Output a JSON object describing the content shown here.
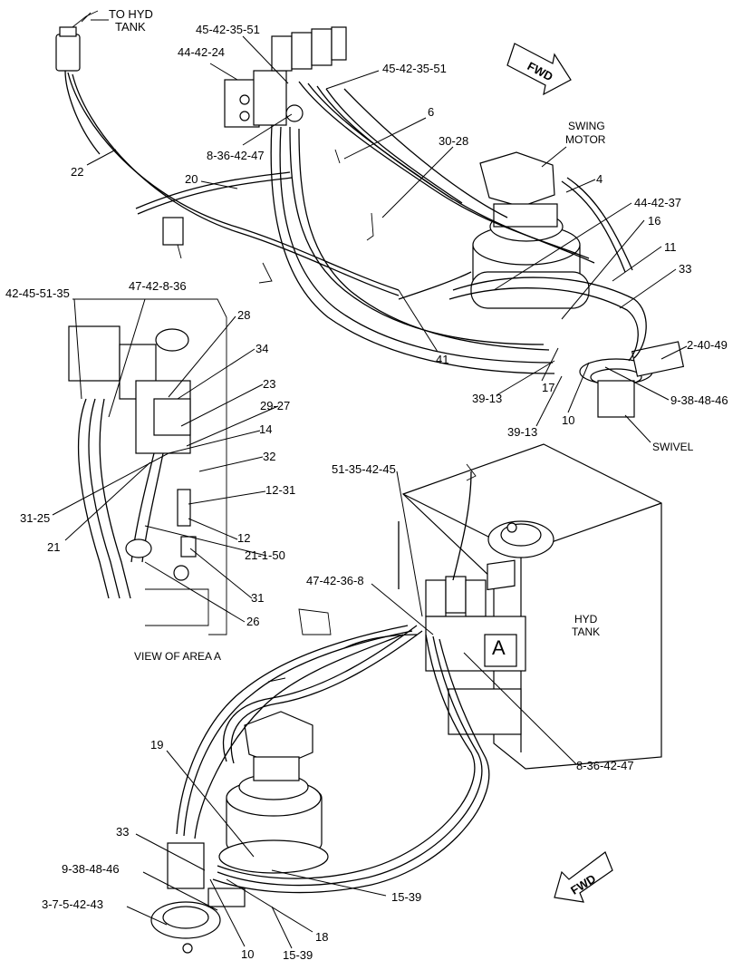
{
  "callouts": {
    "c01": "TO HYD\nTANK",
    "c02": "45-42-35-51",
    "c03": "44-42-24",
    "c04": "45-42-35-51",
    "c05": "6",
    "c06": "8-36-42-47",
    "c07": "30-28",
    "c08": "SWING\nMOTOR",
    "c09": "22",
    "c10": "20",
    "c11": "4",
    "c12": "44-42-37",
    "c13": "16",
    "c14": "11",
    "c15": "33",
    "c16": "42-45-51-35",
    "c17": "47-42-8-36",
    "c18": "2-40-49",
    "c19": "28",
    "c20": "41",
    "c21": "34",
    "c22": "23",
    "c23": "9-38-48-46",
    "c24": "39-13",
    "c25": "17",
    "c26": "29-27",
    "c27": "10",
    "c28": "39-13",
    "c29": "14",
    "c30": "SWIVEL",
    "c31": "32",
    "c32": "51-35-42-45",
    "c33": "12-31",
    "c34": "31-25",
    "c35": "21",
    "c36": "12",
    "c37": "21-1-50",
    "c38": "47-42-36-8",
    "c39": "31",
    "c40": "HYD\nTANK",
    "c41": "26",
    "c42": "A",
    "c43": "VIEW OF AREA A",
    "c44": "8-36-42-47",
    "c45": "19",
    "c46": "33",
    "c47": "9-38-48-46",
    "c48": "15-39",
    "c49": "3-7-5-42-43",
    "c50": "18",
    "c51": "10",
    "c52": "15-39"
  },
  "fwd_top": "FWD",
  "fwd_bottom": "FWD"
}
